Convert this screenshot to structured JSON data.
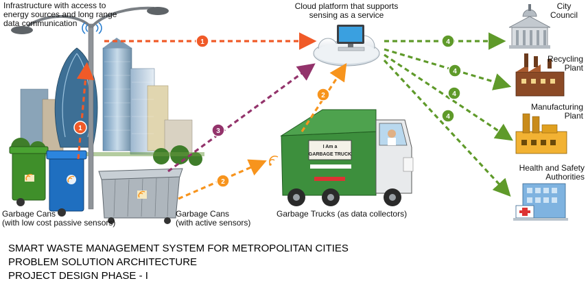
{
  "labels": {
    "infrastructure": [
      "Infrastructure with access to",
      "energy sources and long range",
      "data communication"
    ],
    "cloud": [
      "Cloud platform that supports",
      "sensing as a service"
    ],
    "cans_passive": [
      "Garbage Cans",
      "(with low cost passive sensors)"
    ],
    "cans_active": [
      "Garbage Cans",
      "(with active sensors)"
    ],
    "trucks": "Garbage Trucks (as data collectors)",
    "truck_sign": [
      "I Am a",
      "GARBAGE TRUCK"
    ],
    "city_council": [
      "City",
      "Council"
    ],
    "recycling": [
      "Recycling",
      "Plant"
    ],
    "manufacturing": [
      "Manufacturing",
      "Plant"
    ],
    "health": [
      "Health and Safety",
      "Authorities"
    ]
  },
  "steps": {
    "one": "1",
    "two": "2",
    "three": "3",
    "four": "4"
  },
  "footer": {
    "line1": "SMART WASTE MANAGEMENT SYSTEM FOR METROPOLITAN CITIES",
    "line2": "PROBLEM SOLUTION ARCHITECTURE",
    "line3": "PROJECT DESIGN PHASE - I"
  },
  "colors": {
    "step1": "#f05a28",
    "step2": "#f7941d",
    "step3": "#93336b",
    "step4": "#5f9a2a",
    "can_green": "#3f8f2a",
    "can_blue": "#1f6fc0",
    "truck_green": "#3d8f3d"
  }
}
